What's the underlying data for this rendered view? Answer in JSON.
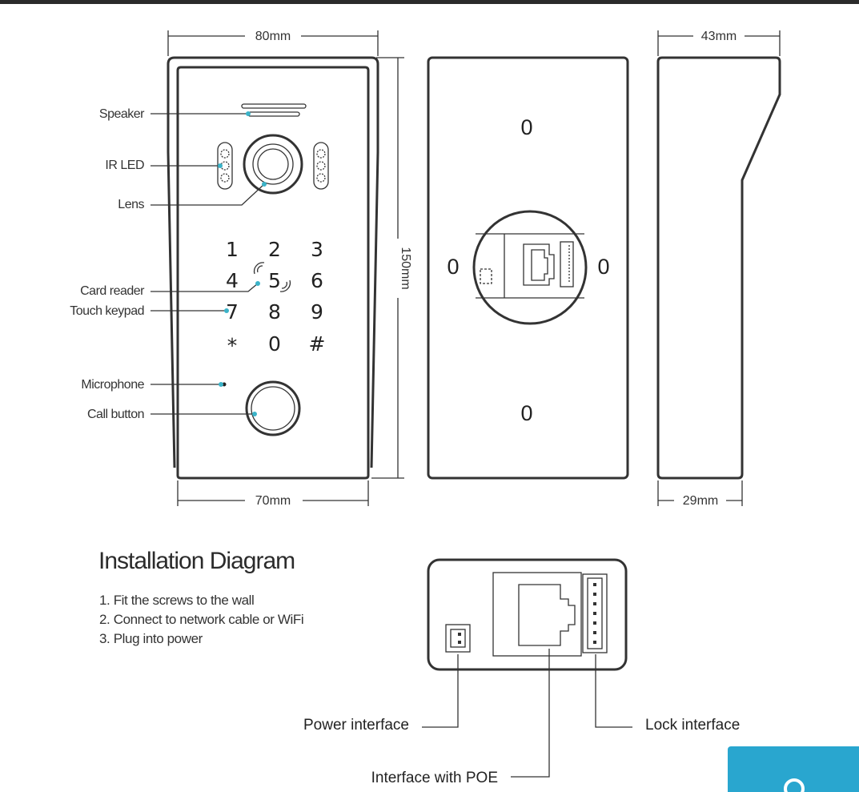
{
  "dimensions": {
    "front_width_top": "80mm",
    "front_width_bottom": "70mm",
    "height": "150mm",
    "side_depth_top": "43mm",
    "side_depth_bottom": "29mm"
  },
  "callouts": {
    "speaker": "Speaker",
    "ir_led": "IR LED",
    "lens": "Lens",
    "card_reader": "Card reader",
    "touch_keypad": "Touch keypad",
    "microphone": "Microphone",
    "call_button": "Call button"
  },
  "keypad": {
    "keys": [
      "1",
      "2",
      "3",
      "4",
      "5",
      "6",
      "7",
      "8",
      "9",
      "*",
      "0",
      "#"
    ]
  },
  "back_view": {
    "hole_glyph": "0"
  },
  "installation": {
    "title": "Installation Diagram",
    "steps": [
      "1. Fit the screws to the wall",
      "2. Connect to network cable or WiFi",
      "3. Plug into power"
    ]
  },
  "interfaces": {
    "power": "Power interface",
    "poe": "Interface with POE",
    "lock": "Lock interface"
  },
  "colors": {
    "accent": "#29a6cf",
    "callout_dot": "#3bb3c8",
    "line": "#333333"
  }
}
